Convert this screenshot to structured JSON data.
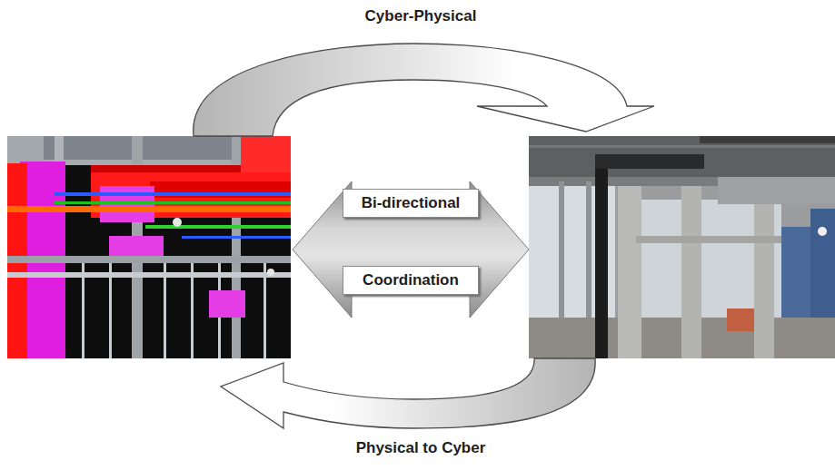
{
  "diagram": {
    "nodes": [
      {
        "text": [
          "Bi-directional",
          "Coordination"
        ]
      }
    ],
    "labels": [
      "Cyber-Physical",
      "Physical to Cyber"
    ]
  }
}
